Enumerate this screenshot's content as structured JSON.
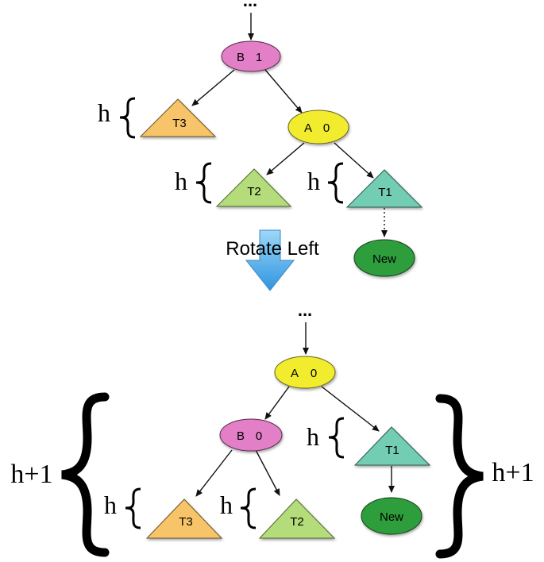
{
  "top": {
    "ellipsis": "...",
    "root": {
      "name": "B",
      "balance": "1"
    },
    "child": {
      "name": "A",
      "balance": "0"
    },
    "subtrees": {
      "t3": "T3",
      "t2": "T2",
      "t1": "T1"
    },
    "new_node": "New",
    "height_labels": {
      "t3": "h",
      "t2": "h",
      "t1": "h"
    }
  },
  "transition": {
    "label": "Rotate Left"
  },
  "bottom": {
    "ellipsis": "...",
    "root": {
      "name": "A",
      "balance": "0"
    },
    "child": {
      "name": "B",
      "balance": "0"
    },
    "subtrees": {
      "t3": "T3",
      "t2": "T2",
      "t1": "T1"
    },
    "new_node": "New",
    "height_labels": {
      "t1": "h",
      "t3": "h",
      "t2": "h",
      "left_total": "h+1",
      "right_total": "h+1"
    }
  },
  "colors": {
    "node_pink": "#e27fc6",
    "node_yellow": "#f2ec2e",
    "node_green": "#2f9e3c",
    "t3_fill": "#f8c46a",
    "t2_fill": "#b5dc7a",
    "t1_fill": "#72cdb3",
    "arrow_blue": "#4aa8e6"
  }
}
